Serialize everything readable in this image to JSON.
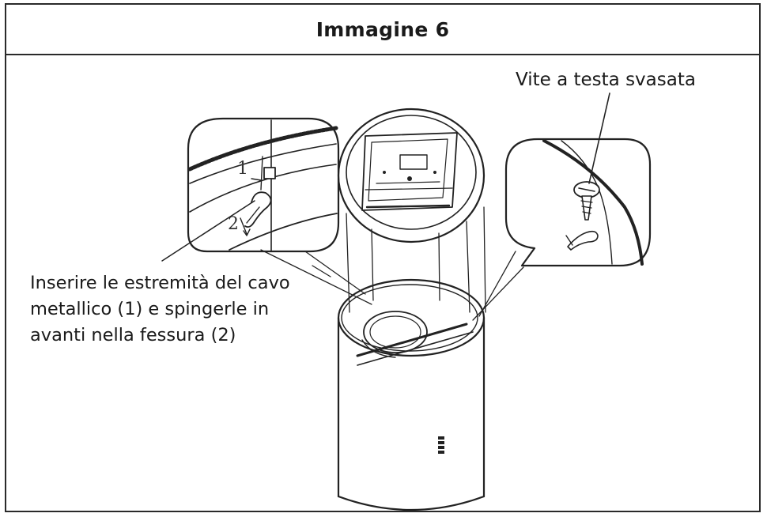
{
  "figure": {
    "title": "Immagine 6",
    "labels": {
      "screw": "Vite a testa svasata",
      "instruction_lines": [
        "Inserire le estremità del cavo",
        "metallico (1) e spingerle in",
        "avanti nella fessura (2)"
      ],
      "step_1": "1",
      "step_2": "2"
    }
  }
}
